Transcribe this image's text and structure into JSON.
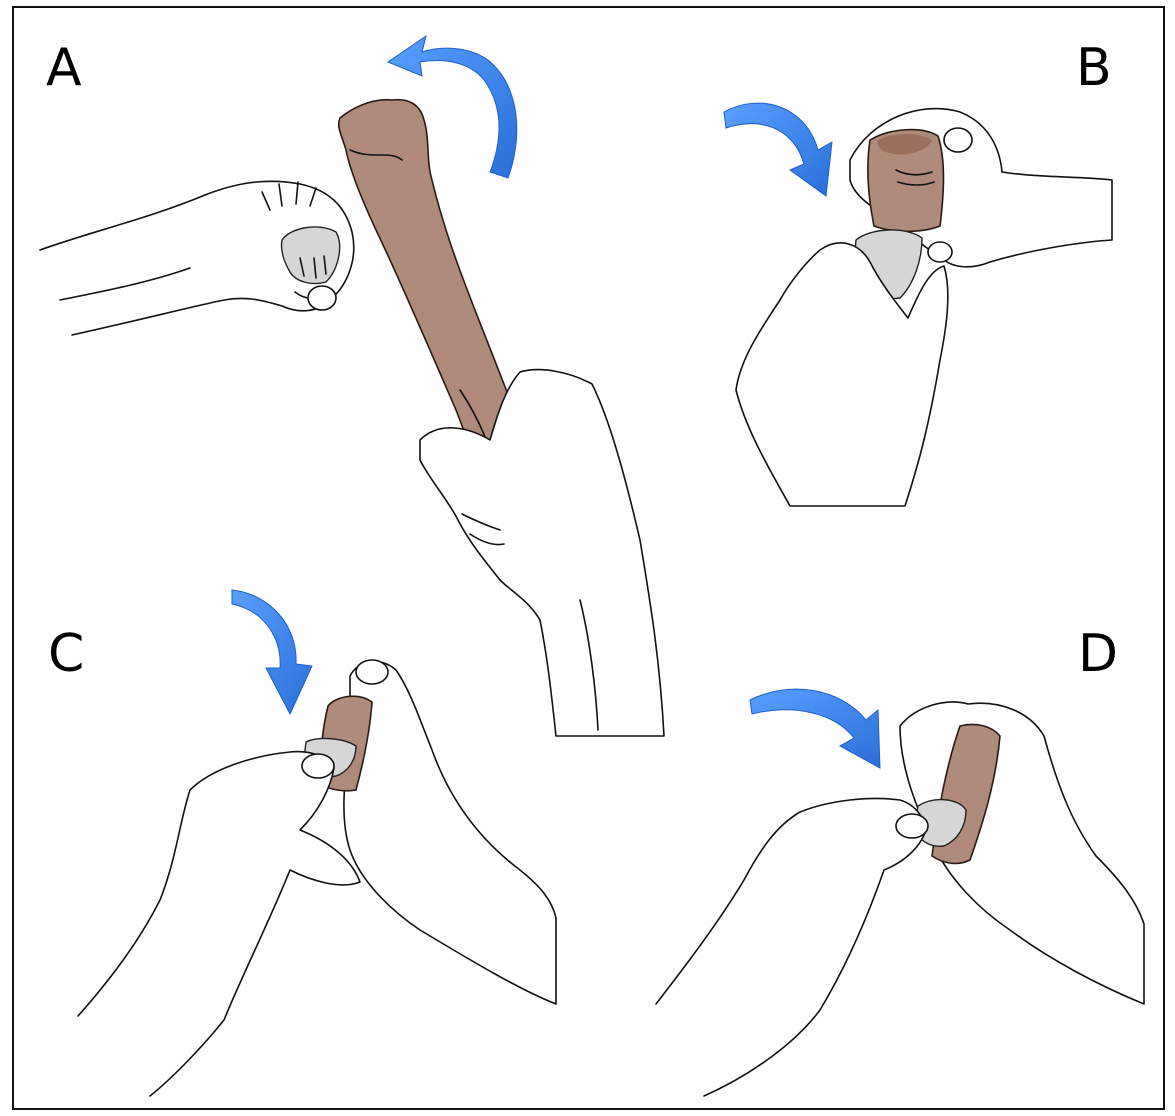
{
  "panels": [
    {
      "id": "A",
      "label": "A"
    },
    {
      "id": "B",
      "label": "B"
    },
    {
      "id": "C",
      "label": "C"
    },
    {
      "id": "D",
      "label": "D"
    }
  ],
  "colors": {
    "arrow": "#3a86f0",
    "arrow_edge": "#1f5fc9",
    "bone": "#b08a7a",
    "bone_dark": "#9a6f5c",
    "stone": "#d6d6d6",
    "outline": "#111111",
    "background": "#ffffff"
  },
  "icons": [
    "curved-arrow-icon"
  ]
}
